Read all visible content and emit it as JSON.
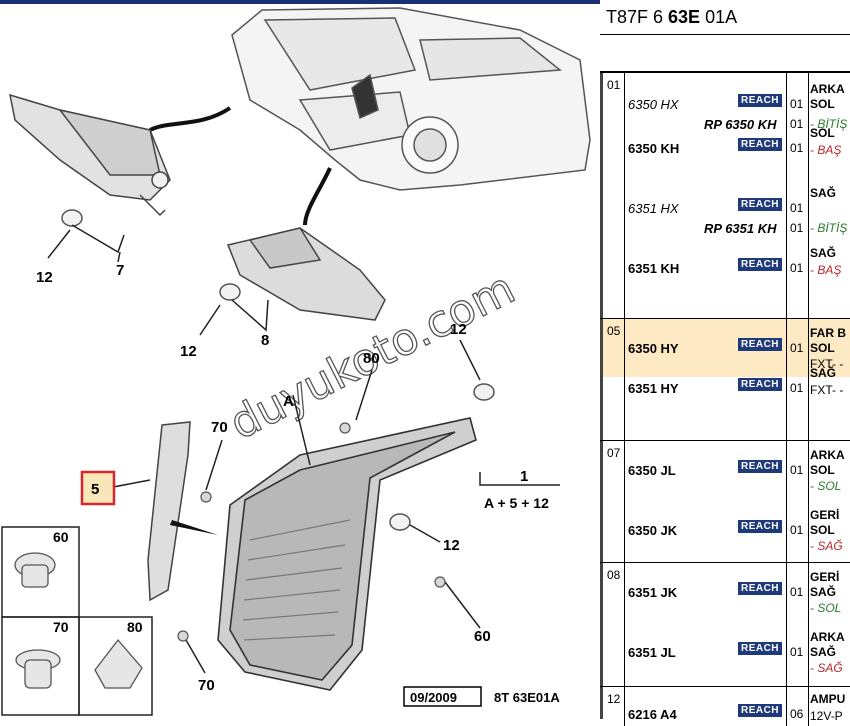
{
  "diagram": {
    "watermark": "duyukoto.com",
    "callouts": {
      "c12a": "12",
      "c7": "7",
      "c12b": "12",
      "c8": "8",
      "c12c": "12",
      "c80a": "80",
      "cA": "A",
      "c70a": "70",
      "c5": "5",
      "c1": "1",
      "formula": "A + 5 + 12",
      "c12d": "12",
      "c60a": "60",
      "c70b": "70",
      "c60b": "60",
      "c70c": "70",
      "c80b": "80"
    },
    "footer_date": "09/2009",
    "footer_ref": "8T 63E01A",
    "highlight_color": "#d9262d",
    "frame_color": "#1c2f73"
  },
  "panel": {
    "title_prefix": "T87F 6 ",
    "title_bold": "63E",
    "title_suffix": " 01A",
    "reach_label": "REACH",
    "sections": [
      {
        "group": "01",
        "rows": [
          {
            "pn": "6350 HX",
            "italic": true,
            "qty": "01",
            "desc": "ARKA",
            "desc2": "SOL"
          },
          {
            "pn": "RP 6350 KH",
            "rp": true,
            "qty": "01",
            "desc2": "- BİTİŞ"
          },
          {
            "pn": "6350 KH",
            "qty": "01",
            "desc": "SOL",
            "desc2": "- BAŞ"
          },
          {
            "pn": "6351 HX",
            "italic": true,
            "qty": "01",
            "desc": "SAĞ"
          },
          {
            "pn": "RP 6351 KH",
            "rp": true,
            "qty": "01",
            "desc2": "- BİTİŞ"
          },
          {
            "pn": "6351 KH",
            "qty": "01",
            "desc": "SAĞ",
            "desc2": "- BAŞ"
          }
        ]
      },
      {
        "group": "05",
        "rows": [
          {
            "pn": "6350 HY",
            "qty": "01",
            "desc": "FAR B",
            "desc_b": "SOL",
            "desc2": "FXT- -"
          },
          {
            "pn": "6351 HY",
            "qty": "01",
            "desc": "SAĞ",
            "desc2": "FXT- -"
          }
        ]
      },
      {
        "group": "07",
        "rows": [
          {
            "pn": "6350 JL",
            "qty": "01",
            "desc": "ARKA",
            "desc_b": "SOL",
            "desc2": "- SOL"
          },
          {
            "pn": "6350 JK",
            "qty": "01",
            "desc": "GERİ",
            "desc_b": "SOL",
            "desc2": "- SAĞ"
          }
        ]
      },
      {
        "group": "08",
        "rows": [
          {
            "pn": "6351 JK",
            "qty": "01",
            "desc": "GERİ",
            "desc_b": "SAĞ",
            "desc2": "- SOL"
          },
          {
            "pn": "6351 JL",
            "qty": "01",
            "desc": "ARKA",
            "desc_b": "SAĞ",
            "desc2": "- SAĞ"
          }
        ]
      },
      {
        "group": "12",
        "rows": [
          {
            "pn": "6216 A4",
            "qty": "06",
            "desc": "AMPU",
            "desc2": "12V-P"
          }
        ]
      }
    ]
  }
}
